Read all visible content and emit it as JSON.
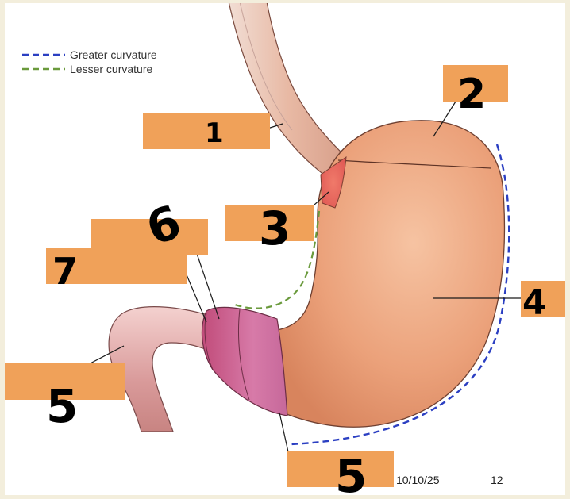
{
  "legend": {
    "greater_curvature": "Greater curvature",
    "lesser_curvature": "Lesser curvature",
    "greater_color": "#2b3fc2",
    "lesser_color": "#6a9a3c"
  },
  "labels": {
    "n1": "1",
    "n2": "2",
    "n3": "3",
    "n4": "4",
    "n5_bottom": "5",
    "n5_left": "5",
    "n6": "6",
    "n7": "7"
  },
  "footer": {
    "date": "10/10/25",
    "page": "12"
  },
  "colors": {
    "label_box": "#f0a159",
    "stomach": "#eea77f",
    "pylorus": "#c8588a",
    "duodenum": "#e6b4b4"
  }
}
